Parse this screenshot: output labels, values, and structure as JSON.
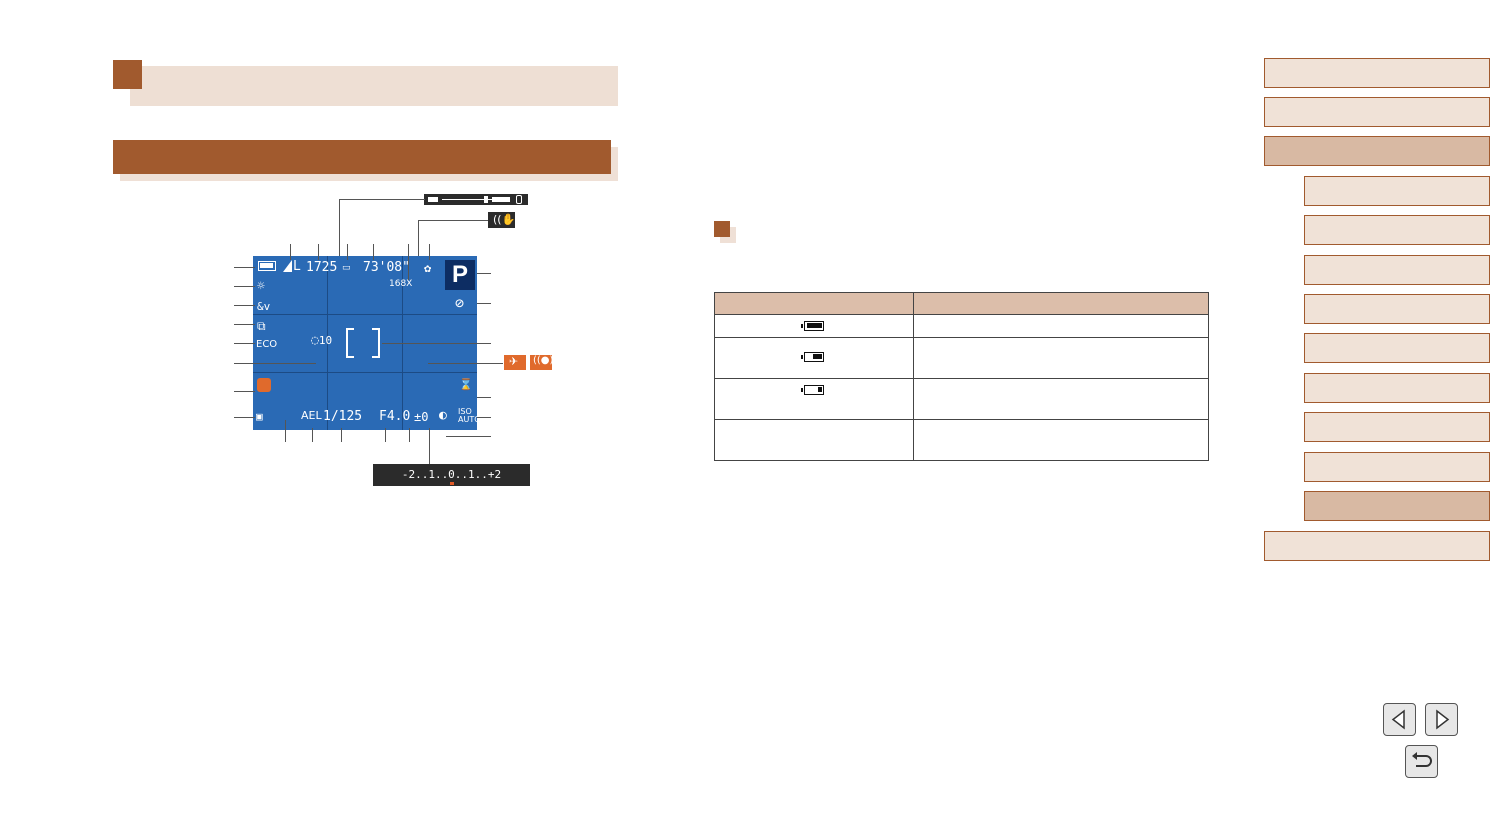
{
  "page": {
    "section_title": "",
    "subsection_title": "",
    "battery_heading": ""
  },
  "screen": {
    "shots_remaining": "1725",
    "rec_time": "73'08\"",
    "zoom_factor": "168X",
    "mode": "P",
    "ael": "AEL",
    "shutter": "1/125",
    "aperture": "F4.0",
    "exposure_comp": "±0",
    "eco": "ECO",
    "iso": "ISO",
    "iso_auto": "AUTO",
    "exposure_scale": "-2..1..0..1..+2",
    "timer": "10",
    "size": "L"
  },
  "battery_table": {
    "headers": [
      "",
      ""
    ],
    "rows": [
      {
        "icon": "battery-full-icon",
        "level": 1.0,
        "text": ""
      },
      {
        "icon": "battery-partial-icon",
        "level": 0.6,
        "text": ""
      },
      {
        "icon": "battery-low-icon",
        "level": 0.25,
        "text": ""
      },
      {
        "icon": "",
        "level": 0,
        "text": ""
      }
    ]
  },
  "nav": {
    "items": [
      {
        "label": "",
        "active": false
      },
      {
        "label": "",
        "active": false
      },
      {
        "label": "",
        "active": true
      },
      {
        "label": "",
        "active": false
      },
      {
        "label": "",
        "active": false
      },
      {
        "label": "",
        "active": false
      },
      {
        "label": "",
        "active": false
      },
      {
        "label": "",
        "active": false
      },
      {
        "label": "",
        "active": false
      },
      {
        "label": "",
        "active": false
      },
      {
        "label": "",
        "active": false
      },
      {
        "label": "",
        "active": true
      },
      {
        "label": "",
        "active": false
      }
    ]
  },
  "colors": {
    "accent": "#a15a2e",
    "tint": "#eedfd4",
    "screen": "#2a6ab5",
    "table_header": "#dcbeaa"
  }
}
